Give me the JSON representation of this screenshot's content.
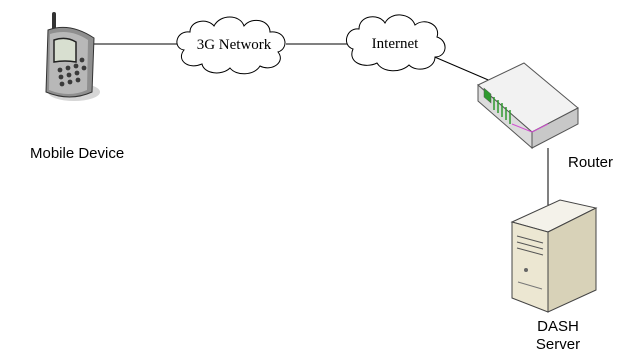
{
  "nodes": {
    "mobile": {
      "label": "Mobile Device",
      "icon": "mobile-phone-icon"
    },
    "network_3g": {
      "label": "3G Network",
      "icon": "cloud-icon"
    },
    "internet": {
      "label": "Internet",
      "icon": "cloud-icon"
    },
    "router": {
      "label": "Router",
      "icon": "router-icon"
    },
    "server": {
      "label_line1": "DASH",
      "label_line2": "Server",
      "icon": "server-icon"
    }
  },
  "connections": [
    {
      "from": "Mobile Device",
      "to": "3G Network"
    },
    {
      "from": "3G Network",
      "to": "Internet"
    },
    {
      "from": "Internet",
      "to": "Router"
    },
    {
      "from": "Router",
      "to": "DASH Server"
    }
  ],
  "colors": {
    "line": "#000000",
    "router_accent": "#2e9a2e",
    "router_stripe": "#d04fd0"
  }
}
